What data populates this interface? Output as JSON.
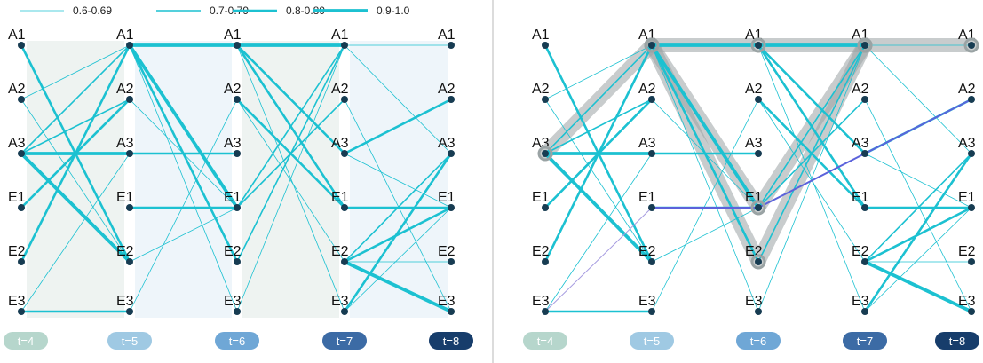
{
  "colors": {
    "edge": "#1cc1d1",
    "node": "#173c52",
    "path_halo": "#9aa3a4",
    "path_blue": "#5b62db",
    "path_purple": "#a59be0",
    "bg_green": "#eef3f1",
    "bg_blue": "#eef5fa",
    "divider": "#b8b8b8"
  },
  "legend": [
    {
      "label": "0.6-0.69",
      "weight": 1
    },
    {
      "label": "0.7-0.79",
      "weight": 2
    },
    {
      "label": "0.8-0.89",
      "weight": 3
    },
    {
      "label": "0.9-1.0",
      "weight": 4
    }
  ],
  "node_labels": [
    "A1",
    "A2",
    "A3",
    "E1",
    "E2",
    "E3"
  ],
  "time_steps": [
    {
      "label": "t=4",
      "color": "#b6d6cc"
    },
    {
      "label": "t=5",
      "color": "#9fc9e3"
    },
    {
      "label": "t=6",
      "color": "#6fa7d6"
    },
    {
      "label": "t=7",
      "color": "#3c6ba5"
    },
    {
      "label": "t=8",
      "color": "#173d6b"
    }
  ],
  "panels": [
    {
      "edges": [
        [
          0,
          0,
          4,
          3
        ],
        [
          0,
          1,
          0,
          1
        ],
        [
          0,
          1,
          4,
          1
        ],
        [
          0,
          2,
          0,
          2
        ],
        [
          0,
          2,
          2,
          4
        ],
        [
          0,
          2,
          4,
          4
        ],
        [
          0,
          2,
          1,
          2
        ],
        [
          0,
          3,
          1,
          3
        ],
        [
          0,
          4,
          0,
          3
        ],
        [
          0,
          5,
          5,
          3
        ],
        [
          0,
          5,
          2,
          1
        ],
        [
          1,
          0,
          0,
          4
        ],
        [
          1,
          0,
          3,
          4
        ],
        [
          1,
          0,
          4,
          3
        ],
        [
          1,
          0,
          5,
          1
        ],
        [
          1,
          1,
          3,
          1
        ],
        [
          1,
          2,
          2,
          3
        ],
        [
          1,
          3,
          3,
          3
        ],
        [
          1,
          4,
          3,
          1
        ],
        [
          1,
          5,
          1,
          1
        ],
        [
          2,
          0,
          0,
          4
        ],
        [
          2,
          0,
          2,
          3
        ],
        [
          2,
          0,
          3,
          3
        ],
        [
          2,
          0,
          5,
          1
        ],
        [
          2,
          1,
          3,
          3
        ],
        [
          2,
          1,
          4,
          1
        ],
        [
          2,
          3,
          0,
          2
        ],
        [
          2,
          3,
          1,
          2
        ],
        [
          2,
          4,
          0,
          2
        ],
        [
          2,
          5,
          0,
          1
        ],
        [
          3,
          0,
          0,
          1
        ],
        [
          3,
          0,
          2,
          1
        ],
        [
          3,
          1,
          5,
          1
        ],
        [
          3,
          2,
          3,
          1
        ],
        [
          3,
          2,
          1,
          3
        ],
        [
          3,
          3,
          3,
          3
        ],
        [
          3,
          4,
          2,
          2
        ],
        [
          3,
          4,
          5,
          4
        ],
        [
          3,
          4,
          3,
          3
        ],
        [
          3,
          4,
          4,
          1
        ],
        [
          3,
          5,
          3,
          1
        ],
        [
          3,
          5,
          2,
          3
        ]
      ],
      "paths": []
    },
    {
      "edges": [
        [
          0,
          0,
          4,
          3
        ],
        [
          0,
          1,
          0,
          1
        ],
        [
          0,
          1,
          4,
          1
        ],
        [
          0,
          2,
          0,
          2
        ],
        [
          0,
          2,
          2,
          4
        ],
        [
          0,
          2,
          4,
          4
        ],
        [
          0,
          2,
          1,
          2
        ],
        [
          0,
          3,
          1,
          3
        ],
        [
          0,
          4,
          0,
          3
        ],
        [
          0,
          5,
          5,
          3
        ],
        [
          0,
          5,
          2,
          1
        ],
        [
          1,
          0,
          0,
          4
        ],
        [
          1,
          0,
          3,
          4
        ],
        [
          1,
          0,
          4,
          3
        ],
        [
          1,
          0,
          5,
          1
        ],
        [
          1,
          1,
          3,
          1
        ],
        [
          1,
          2,
          2,
          3
        ],
        [
          1,
          3,
          3,
          3
        ],
        [
          1,
          4,
          3,
          1
        ],
        [
          1,
          5,
          1,
          1
        ],
        [
          2,
          0,
          0,
          4
        ],
        [
          2,
          0,
          2,
          3
        ],
        [
          2,
          0,
          3,
          3
        ],
        [
          2,
          0,
          5,
          1
        ],
        [
          2,
          1,
          3,
          3
        ],
        [
          2,
          1,
          4,
          1
        ],
        [
          2,
          3,
          0,
          2
        ],
        [
          2,
          3,
          1,
          2
        ],
        [
          2,
          4,
          0,
          2
        ],
        [
          2,
          5,
          0,
          1
        ],
        [
          3,
          0,
          0,
          1
        ],
        [
          3,
          0,
          2,
          1
        ],
        [
          3,
          1,
          5,
          1
        ],
        [
          3,
          2,
          3,
          1
        ],
        [
          3,
          2,
          1,
          3
        ],
        [
          3,
          3,
          3,
          3
        ],
        [
          3,
          4,
          2,
          2
        ],
        [
          3,
          4,
          5,
          4
        ],
        [
          3,
          4,
          3,
          3
        ],
        [
          3,
          4,
          4,
          1
        ],
        [
          3,
          5,
          3,
          1
        ],
        [
          3,
          5,
          2,
          3
        ]
      ],
      "paths": [
        {
          "style": "halo",
          "nodes": [
            [
              0,
              2
            ],
            [
              1,
              0
            ],
            [
              2,
              0
            ],
            [
              3,
              0
            ],
            [
              4,
              0
            ]
          ]
        },
        {
          "style": "halo",
          "nodes": [
            [
              1,
              0
            ],
            [
              2,
              3
            ],
            [
              3,
              0
            ]
          ]
        },
        {
          "style": "halo",
          "nodes": [
            [
              1,
              0
            ],
            [
              2,
              4
            ],
            [
              3,
              0
            ]
          ]
        },
        {
          "style": "blue",
          "nodes": [
            [
              1,
              3
            ],
            [
              2,
              3
            ],
            [
              3,
              2
            ],
            [
              4,
              1
            ]
          ]
        },
        {
          "style": "purple",
          "nodes": [
            [
              0,
              5
            ],
            [
              1,
              3
            ]
          ]
        }
      ]
    }
  ]
}
